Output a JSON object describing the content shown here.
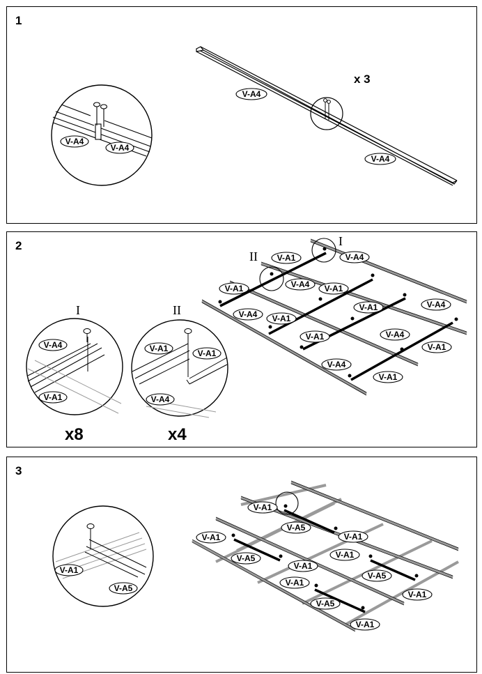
{
  "steps": [
    {
      "number": "1",
      "multiplier": "x 3",
      "labels": {
        "beam_left": "V-A4",
        "beam_right": "V-A4",
        "detail_left": "V-A4",
        "detail_right": "V-A4"
      }
    },
    {
      "number": "2",
      "detail_I": {
        "roman": "I",
        "top": "V-A4",
        "bottom": "V-A1",
        "multiplier": "x8"
      },
      "detail_II": {
        "roman": "II",
        "left": "V-A1",
        "right": "V-A1",
        "bottom": "V-A4",
        "multiplier": "x4"
      },
      "grid": {
        "marker_I": "I",
        "marker_II": "II",
        "labels": [
          "V-A1",
          "V-A4",
          "V-A1",
          "V-A4",
          "V-A1",
          "V-A4",
          "V-A1",
          "V-A1",
          "V-A4",
          "V-A1",
          "V-A4",
          "V-A1",
          "V-A4",
          "V-A1"
        ]
      }
    },
    {
      "number": "3",
      "detail": {
        "left": "V-A1",
        "right": "V-A5"
      },
      "grid": {
        "labels": [
          "V-A1",
          "V-A5",
          "V-A1",
          "V-A1",
          "V-A5",
          "V-A1",
          "V-A1",
          "V-A5",
          "V-A1",
          "V-A5",
          "V-A1",
          "V-A1"
        ]
      }
    }
  ],
  "colors": {
    "line": "#000000",
    "frame": "#9a9a9a",
    "paper": "#ffffff"
  },
  "icons": {
    "fastener": "screw-icon"
  }
}
